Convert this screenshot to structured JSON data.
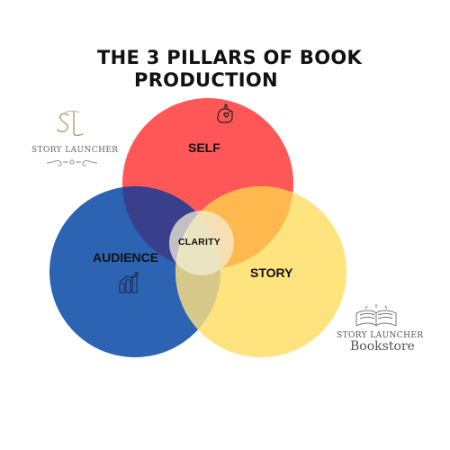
{
  "title": {
    "line1": "THE 3 PILLARS OF BOOK",
    "line2": "PRODUCTION"
  },
  "circles": {
    "self": {
      "label": "SELF",
      "color": "#ff5757",
      "icon": "hand-heart-icon"
    },
    "audience": {
      "label": "AUDIENCE",
      "color": "#2d63b3",
      "icon": "growth-chart-icon"
    },
    "story": {
      "label": "STORY",
      "color": "#ffe070"
    },
    "center": {
      "label": "CLARITY",
      "color": "#f3efd8"
    }
  },
  "logos": {
    "top_left": {
      "monogram": "SL",
      "text": "STORY LAUNCHER"
    },
    "bottom_right": {
      "text": "STORY LAUNCHER",
      "subtext": "Bookstore"
    }
  }
}
